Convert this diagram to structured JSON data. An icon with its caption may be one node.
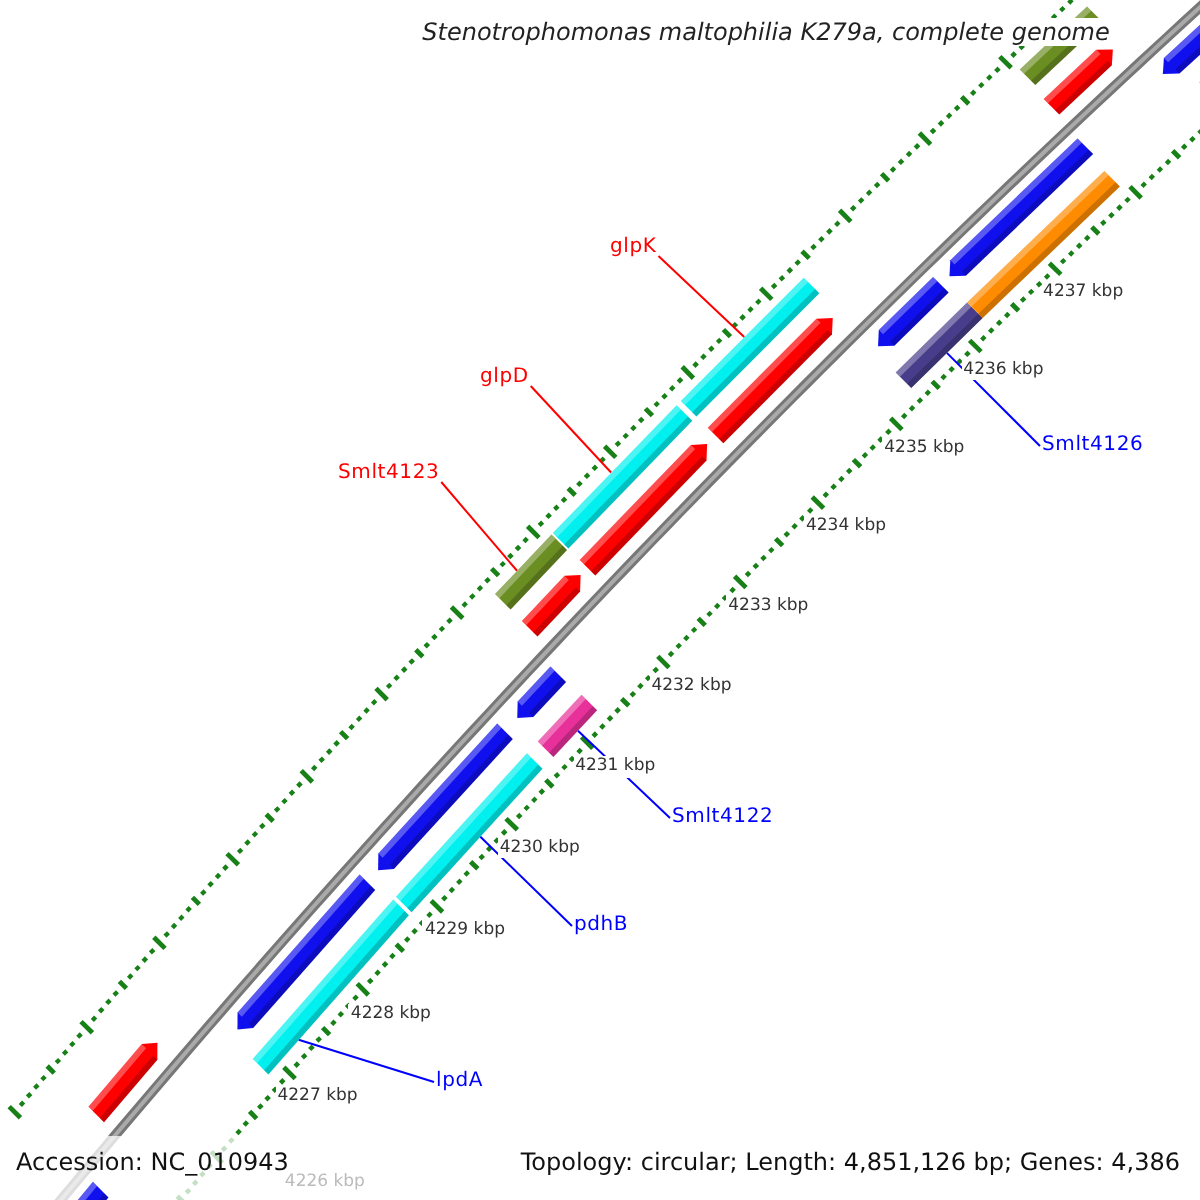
{
  "diagram": {
    "title": "Stenotrophomonas maltophilia K279a, complete genome",
    "nodes": [
      {
        "text": [
          "glpK"
        ]
      },
      {
        "text": [],
        "shape": "bar"
      },
      {
        "text": [
          "glpD"
        ]
      },
      {
        "text": [],
        "shape": "bar"
      },
      {
        "text": [
          "Smlt4126"
        ]
      },
      {
        "text": [],
        "shape": "bar"
      },
      {
        "text": [
          "Smlt4123"
        ]
      },
      {
        "text": [],
        "shape": "bar"
      },
      {
        "text": [
          "Smlt4122"
        ]
      },
      {
        "text": [],
        "shape": "bar"
      },
      {
        "text": [
          "pdhB"
        ]
      },
      {
        "text": [],
        "shape": "bar"
      },
      {
        "text": [
          "lpdA"
        ]
      },
      {
        "text": [],
        "shape": "bar"
      },
      {
        "text": [],
        "shape": "pentagon"
      },
      {
        "text": [],
        "shape": "pentagon"
      },
      {
        "text": [],
        "shape": "pentagon"
      },
      {
        "text": [],
        "shape": "pentagon"
      },
      {
        "text": [],
        "shape": "pentagon"
      },
      {
        "text": [],
        "shape": "pentagon"
      },
      {
        "text": [],
        "shape": "pentagon"
      },
      {
        "text": [],
        "shape": "pentagon"
      },
      {
        "text": [],
        "shape": "pentagon"
      },
      {
        "text": [],
        "shape": "bar"
      },
      {
        "text": [],
        "shape": "pentagon"
      },
      {
        "text": [],
        "shape": "pentagon"
      },
      {
        "text": [],
        "shape": "bar"
      },
      {
        "text": [],
        "shape": "pentagon"
      },
      {
        "text": [],
        "shape": "bar"
      }
    ],
    "edges": [
      {
        "from": 0,
        "to": 1,
        "arrow": "none",
        "color": "#ff0000"
      },
      {
        "from": 2,
        "to": 3,
        "arrow": "none",
        "color": "#ff0000"
      },
      {
        "from": 4,
        "to": 5,
        "arrow": "none"
      },
      {
        "from": 6,
        "to": 7,
        "arrow": "none",
        "color": "#ff0000"
      },
      {
        "from": 8,
        "to": 9,
        "arrow": "none"
      },
      {
        "from": 10,
        "to": 11,
        "arrow": "none"
      },
      {
        "from": 12,
        "to": 13,
        "arrow": "none"
      }
    ],
    "labels": [
      "4226 kbp",
      "4227 kbp",
      "4228 kbp",
      "4229 kbp",
      "4230 kbp",
      "4231 kbp",
      "4232 kbp",
      "4233 kbp",
      "4234 kbp",
      "4235 kbp",
      "4236 kbp",
      "4237 kbp",
      "Accession: NC_010943",
      "Topology: circular; Length: 4,851,126 bp; Genes: 4,386"
    ]
  }
}
